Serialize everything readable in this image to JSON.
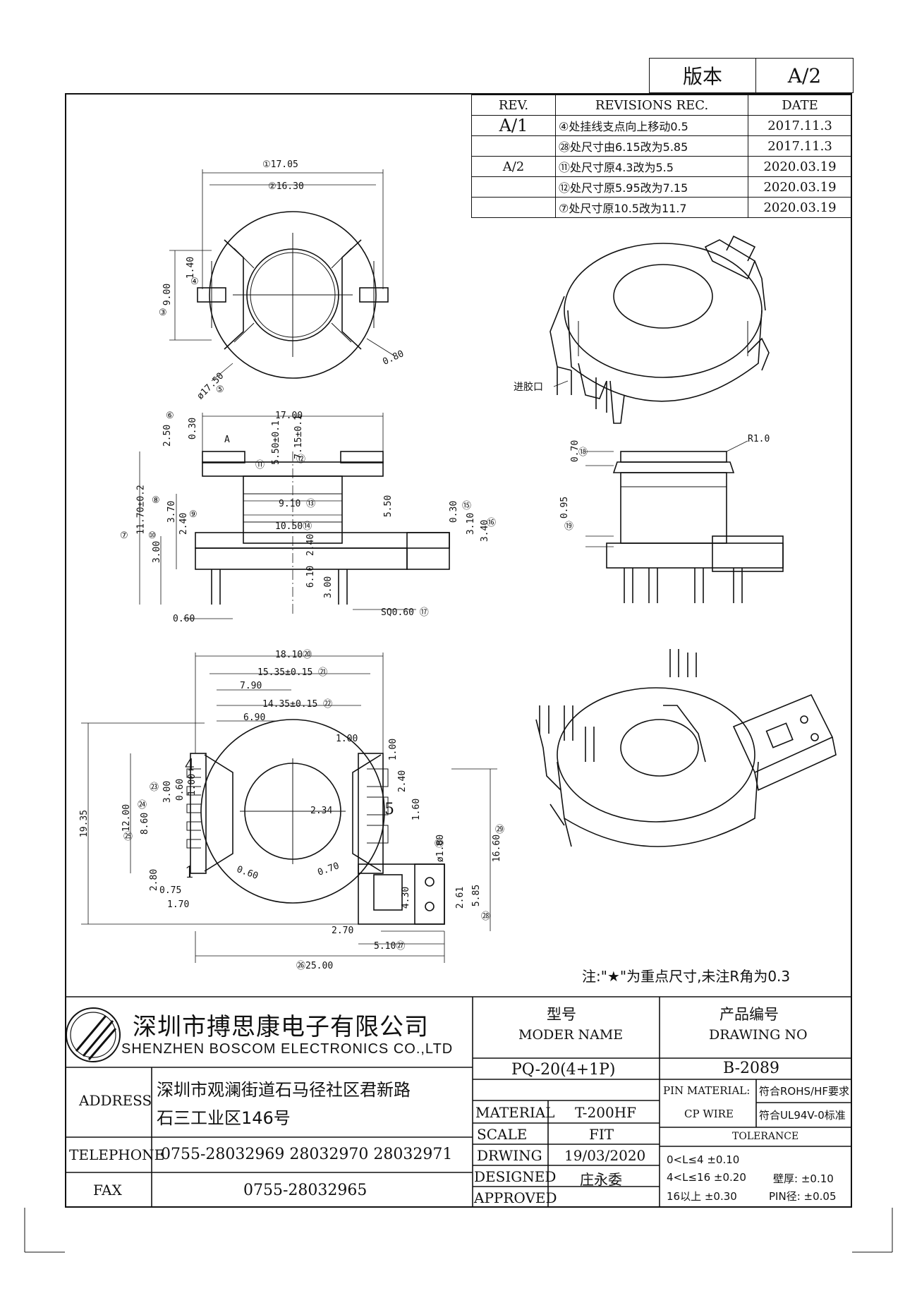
{
  "version": {
    "label": "版本",
    "value": "A/2"
  },
  "revisions": {
    "headers": [
      "REV.",
      "REVISIONS REC.",
      "DATE"
    ],
    "rows": [
      {
        "rev": "A/1",
        "mark": "④",
        "text": "处挂线支点向上移动0.5",
        "date": "2017.11.3"
      },
      {
        "rev": "",
        "mark": "㉘",
        "text": "处尺寸由6.15改为5.85",
        "date": "2017.11.3"
      },
      {
        "rev": "A/2",
        "mark": "⑪",
        "text": "处尺寸原4.3改为5.5",
        "date": "2020.03.19"
      },
      {
        "rev": "",
        "mark": "⑫",
        "text": "处尺寸原5.95改为7.15",
        "date": "2020.03.19"
      },
      {
        "rev": "",
        "mark": "⑦",
        "text": "处尺寸原10.5改为11.7",
        "date": "2020.03.19"
      }
    ]
  },
  "drawing": {
    "top_view": {
      "d1": "17.05",
      "d2": "16.30",
      "d3": "9.00",
      "d4": "1.40",
      "d5": "ø17.50",
      "d_080": "0.80",
      "m1": "①",
      "m2": "②",
      "m3": "③",
      "m4": "④",
      "m5": "⑤"
    },
    "side_view": {
      "w": "17.00",
      "d250": "2.50",
      "d030": "0.30",
      "d550": "5.50±0.1",
      "d715": "7.15±0.1",
      "d910": "9.10",
      "d1050": "10.50",
      "d550b": "5.50",
      "d030b": "0.30",
      "d310": "3.10",
      "d340": "3.40",
      "d1170": "11.70±0.2",
      "d370": "3.70",
      "d240": "2.40",
      "d300": "3.00",
      "d610": "6.10",
      "d300b": "3.00",
      "d240b": "2.40",
      "d060": "0.60",
      "sq": "SQ0.60",
      "markA": "A",
      "m6": "⑥",
      "m7": "⑦",
      "m8": "⑧",
      "m9": "⑨",
      "m10": "⑩",
      "m11": "⑪",
      "m12": "⑫",
      "m13": "⑬",
      "m14": "⑭",
      "m15": "⑮",
      "m16": "⑯",
      "m17": "⑰"
    },
    "front_right": {
      "r": "R1.0",
      "d070": "0.70",
      "d095": "0.95",
      "m18": "⑱",
      "m19": "⑲"
    },
    "gate_label": "进胶口",
    "bottom_view": {
      "d1810": "18.10",
      "d1535": "15.35±0.15",
      "d790": "7.90",
      "d1435": "14.35±0.15",
      "d690": "6.90",
      "d100a": "1.00",
      "d100b": "1.00",
      "d240": "2.40",
      "d160": "1.60",
      "d234": "2.34",
      "d1935": "19.35",
      "d1200": "12.00",
      "d860": "8.60",
      "d300": "3.00",
      "d060": "0.60",
      "d100c": "1.00",
      "d280": "2.80",
      "d075": "0.75",
      "d170": "1.70",
      "d060b": "0.60",
      "d070": "0.70",
      "d100d": "ø1.00",
      "d1660": "16.60",
      "d430": "4.30",
      "d261": "2.61",
      "d585": "5.85",
      "d270": "2.70",
      "d510": "5.10",
      "d2500": "25.00",
      "pin4": "4",
      "pin5": "5",
      "pin1": "1",
      "m20": "⑳",
      "m21": "㉑",
      "m22": "㉒",
      "m23": "㉓",
      "m24": "㉔",
      "m25": "㉕",
      "m26": "㉖",
      "m27": "㉗",
      "m28": "㉘",
      "m29": "㉙",
      "m30": "㉚"
    }
  },
  "note": "注:\"★\"为重点尺寸,未注R角为0.3",
  "company": {
    "cn": "深圳市搏思康电子有限公司",
    "en": "SHENZHEN BOSCOM ELECTRONICS CO.,LTD"
  },
  "address": {
    "label": "ADDRESS",
    "line1": "深圳市观澜街道石马径社区君新路",
    "line2": "石三工业区146号"
  },
  "telephone": {
    "label": "TELEPHONE",
    "value": "0755-28032969 28032970 28032971"
  },
  "fax": {
    "label": "FAX",
    "value": "0755-28032965"
  },
  "model": {
    "label_cn": "型号",
    "label_en": "MODER NAME",
    "value": "PQ-20(4+1P)"
  },
  "product": {
    "label_cn": "产品编号",
    "label_en": "DRAWING NO",
    "value": "B-2089"
  },
  "material": {
    "label": "MATERIAL",
    "value": "T-200HF"
  },
  "scale": {
    "label": "SCALE",
    "value": "FIT"
  },
  "drwing": {
    "label": "DRWING",
    "value": "19/03/2020"
  },
  "designed": {
    "label": "DESIGNED",
    "value": "庄永委"
  },
  "approved": {
    "label": "APPROVED",
    "value": ""
  },
  "pin_material": {
    "label": "PIN MATERIAL:",
    "value": "符合ROHS/HF要求"
  },
  "cp_wire": {
    "label": "CP WIRE",
    "value": "符合UL94V-0标准"
  },
  "tolerance": {
    "label": "TOLERANCE",
    "r1": "0<L≤4  ±0.10",
    "r2": "4<L≤16 ±0.20",
    "r3": "16以上    ±0.30",
    "wall_label": "壁厚:",
    "wall": "±0.10",
    "pin_label": "PIN径:",
    "pin": "±0.05"
  }
}
